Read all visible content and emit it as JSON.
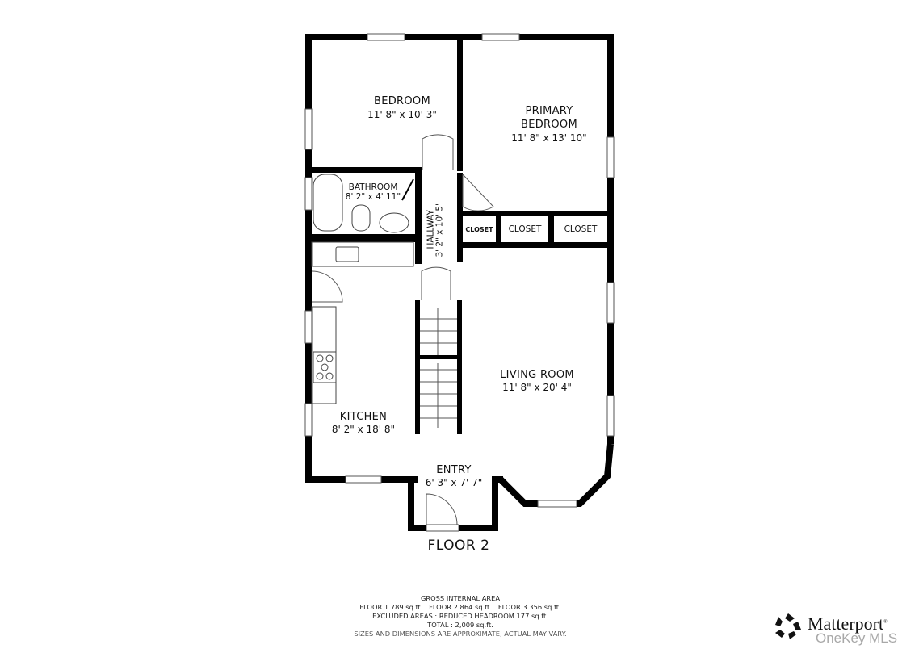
{
  "floor_title": "FLOOR 2",
  "rooms": {
    "bedroom": {
      "name": "BEDROOM",
      "dims": "11' 8\" x 10' 3\""
    },
    "primary_bedroom": {
      "name_line1": "PRIMARY",
      "name_line2": "BEDROOM",
      "dims": "11' 8\" x 13' 10\""
    },
    "bathroom": {
      "name": "BATHROOM",
      "dims": "8' 2\" x 4' 11\""
    },
    "hallway": {
      "name": "HALLWAY",
      "dims": "3' 2\" x 10' 5\""
    },
    "closets": [
      "CLOSET",
      "CLOSET",
      "CLOSET"
    ],
    "kitchen": {
      "name": "KITCHEN",
      "dims": "8' 2\" x 18' 8\""
    },
    "living_room": {
      "name": "LIVING ROOM",
      "dims": "11' 8\" x 20' 4\""
    },
    "entry": {
      "name": "ENTRY",
      "dims": "6' 3\" x 7' 7\""
    }
  },
  "area_summary": {
    "heading": "GROSS INTERNAL AREA",
    "floors_line": "FLOOR 1 789 sq.ft.   FLOOR 2 864 sq.ft.   FLOOR 3 356 sq.ft.",
    "excluded_line": "EXCLUDED AREAS :  REDUCED HEADROOM 177 sq.ft.",
    "total_line": "TOTAL :  2,009 sq.ft.",
    "disclaimer": "SIZES AND DIMENSIONS ARE APPROXIMATE, ACTUAL MAY VARY."
  },
  "branding": {
    "logo_icon": "matterport-logo-icon",
    "name": "Matterport",
    "watermark": "OneKey MLS"
  },
  "colors": {
    "wall": "#000000",
    "background": "#ffffff",
    "fixture_line": "#555555",
    "watermark": "#9a9a9a"
  }
}
